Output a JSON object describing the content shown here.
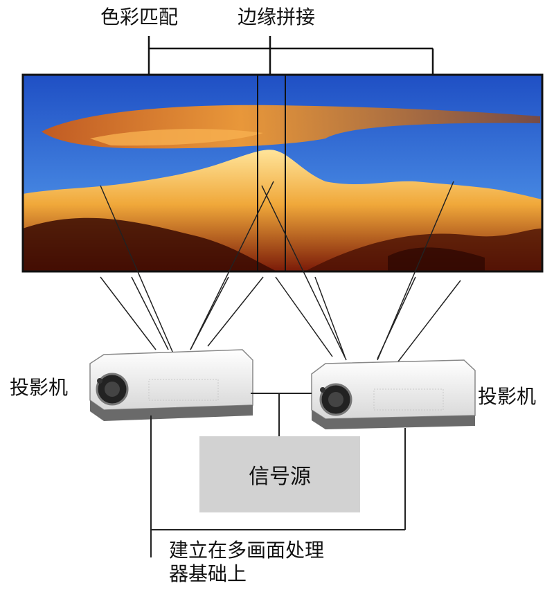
{
  "labels": {
    "color_match": "色彩匹配",
    "edge_blend": "边缘拼接",
    "projector_left": "投影机",
    "projector_right": "投影机",
    "signal_source": "信号源",
    "processor_note_line1": "建立在多画面处理",
    "processor_note_line2": "器基础上"
  },
  "colors": {
    "sky_top": "#1f5bd0",
    "sky_bottom": "#5aa0f0",
    "cloud": "#e07a20",
    "mountain_light": "#f4c060",
    "mountain_dark": "#b23a10",
    "projector_body": "#f4f4f4",
    "signal_box": "#d2d2d2"
  },
  "icons": {
    "projector": "projector-icon",
    "lens": "lens-icon"
  }
}
